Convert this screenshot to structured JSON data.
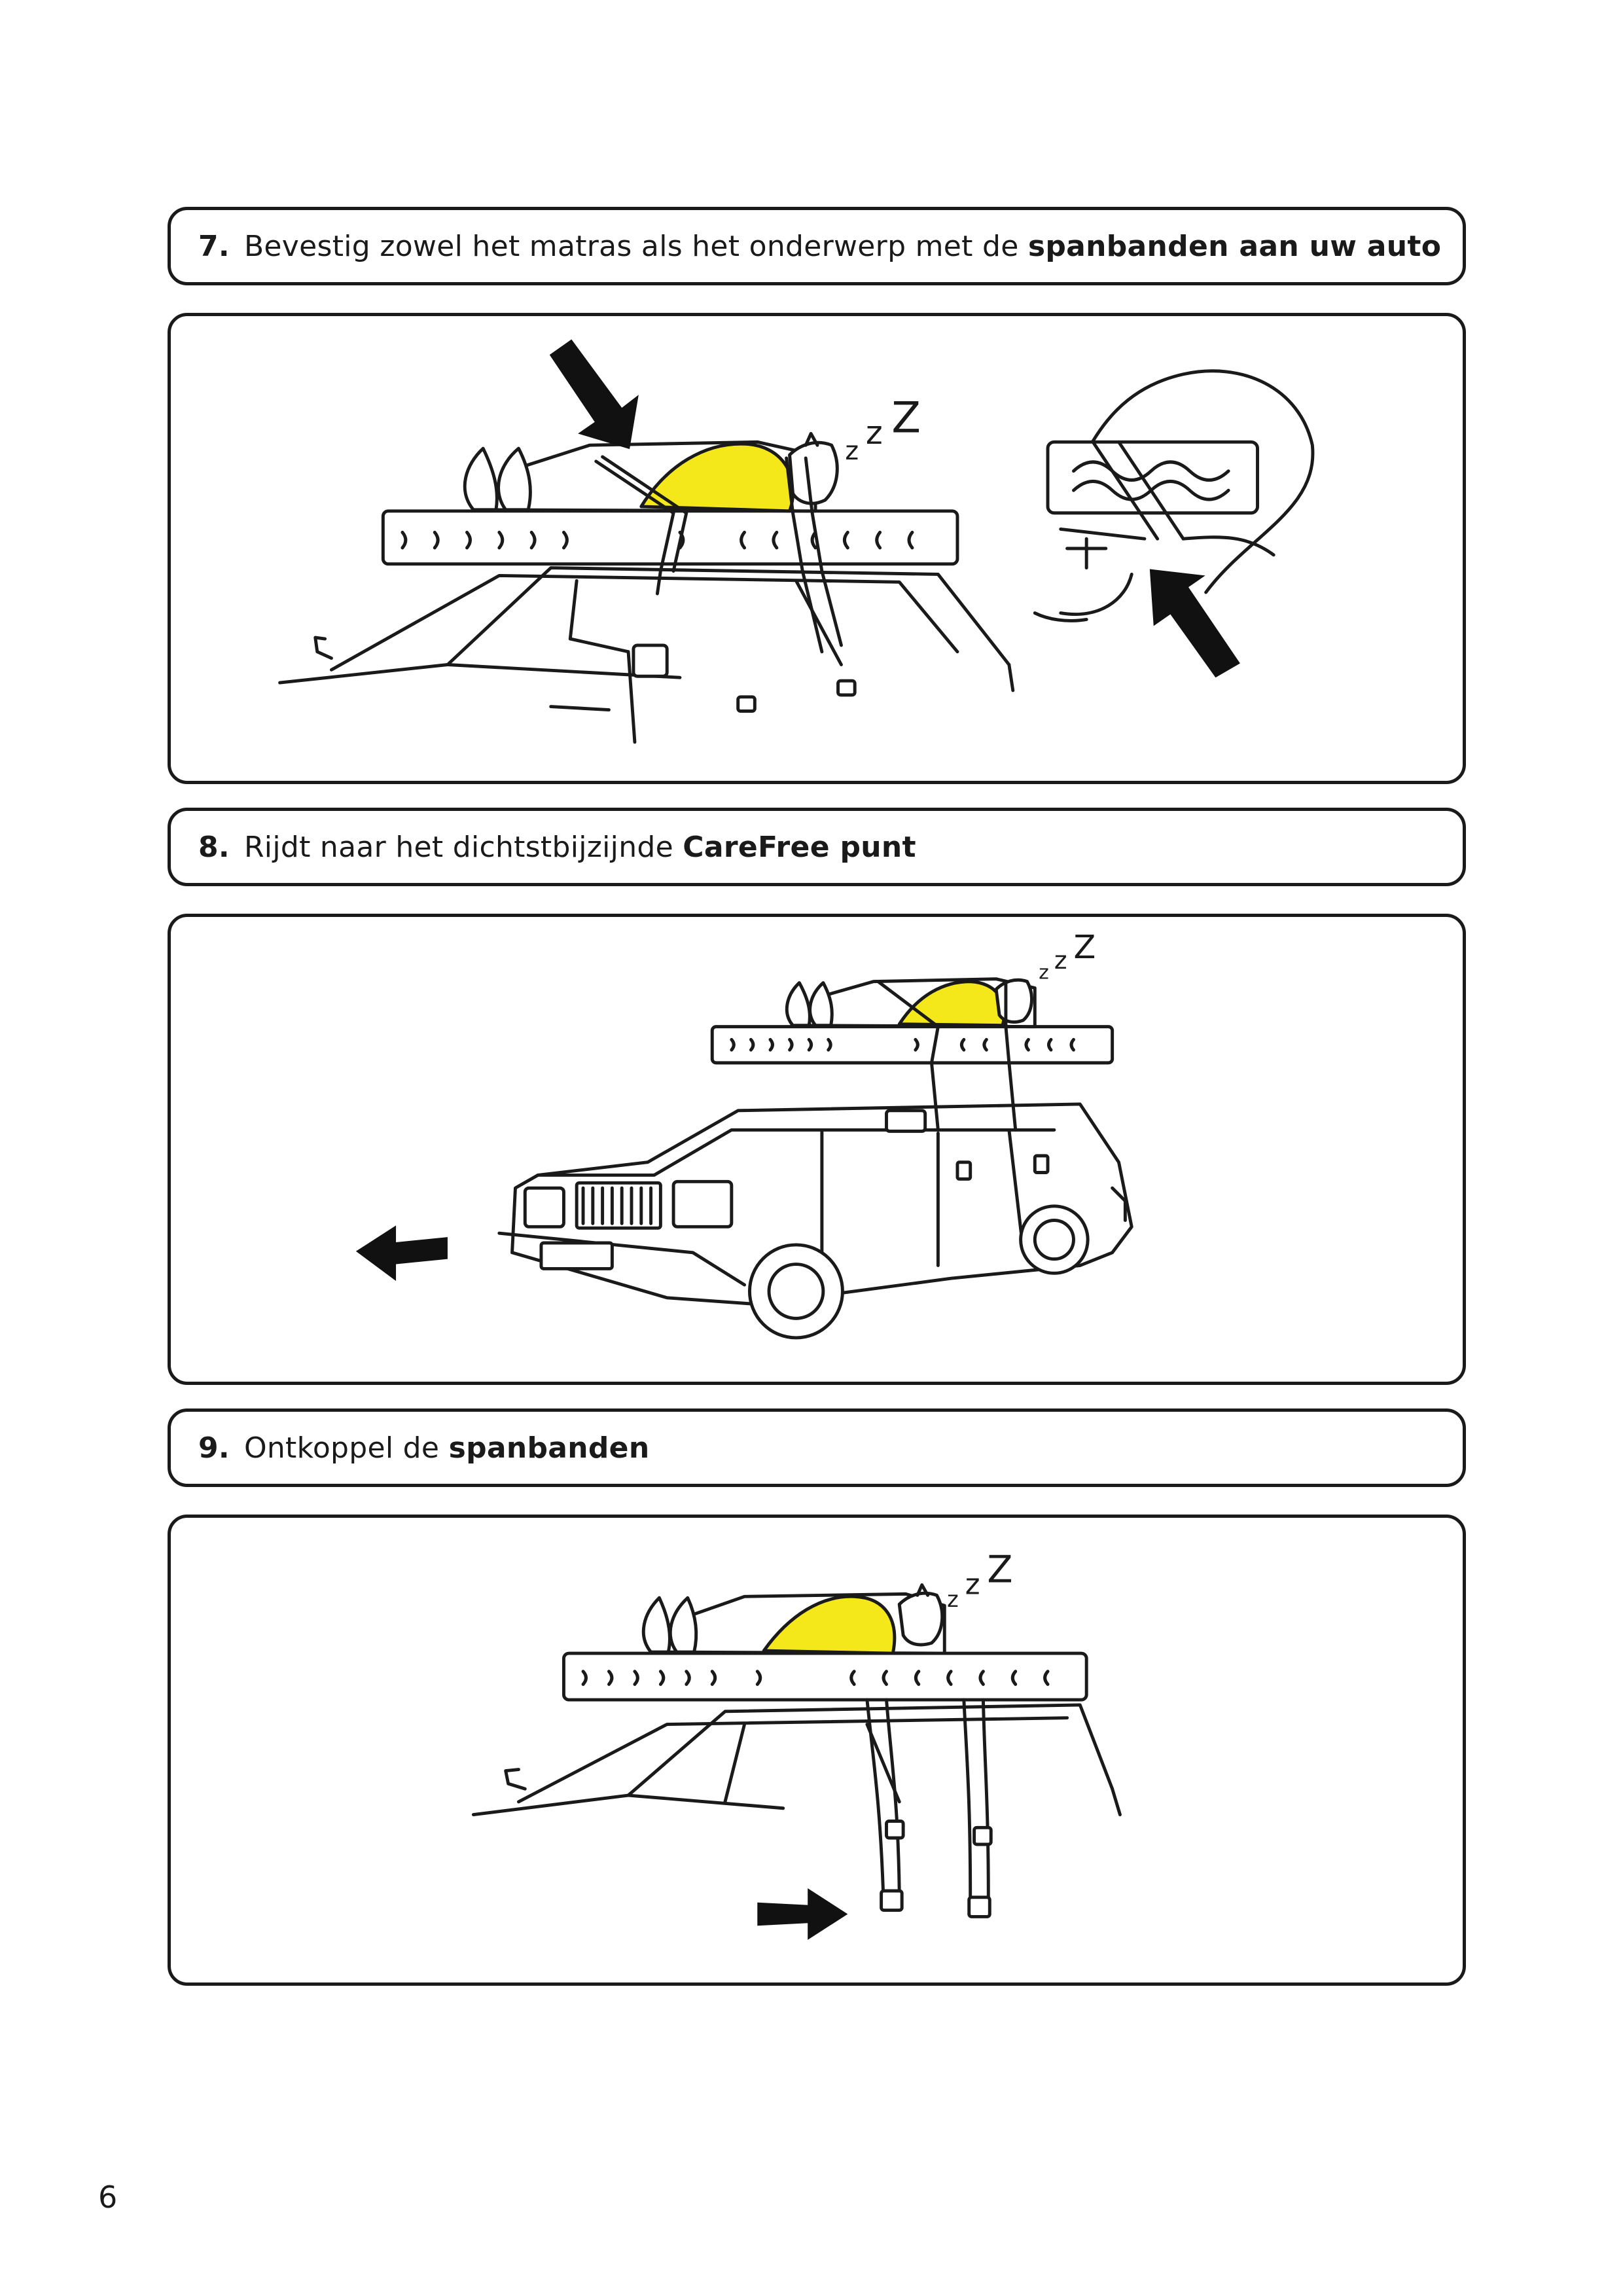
{
  "steps": [
    {
      "number": "7.",
      "text_before": "Bevestig zowel het matras als het onderwerp met de ",
      "text_bold": "spanbanden aan uw auto",
      "snore": [
        "z",
        "z",
        "Z"
      ]
    },
    {
      "number": "8.",
      "text_before": "Rijdt naar het dichtstbijzijnde ",
      "text_bold": "CareFree punt",
      "snore": [
        "z",
        "z",
        "Z"
      ]
    },
    {
      "number": "9.",
      "text_before": "Ontkoppel de ",
      "text_bold": "spanbanden",
      "snore": [
        "z",
        "z",
        "Z"
      ]
    }
  ],
  "page_number": "6",
  "colors": {
    "highlight": "#f5e81a",
    "ink": "#1a1a1a"
  }
}
